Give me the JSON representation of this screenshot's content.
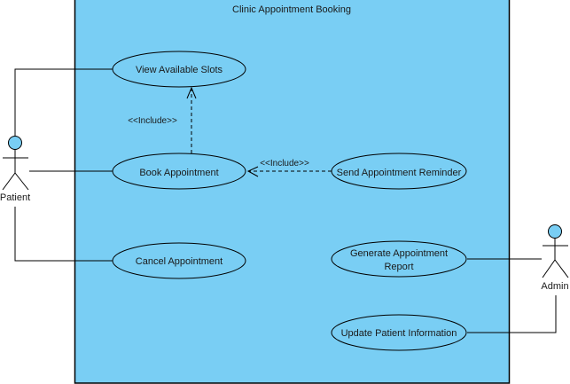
{
  "system": {
    "title": "Clinic Appointment Booking",
    "fill": "#79cef4"
  },
  "actors": {
    "patient": {
      "label": "Patient"
    },
    "admin": {
      "label": "Admin"
    }
  },
  "use_cases": {
    "view_slots": {
      "label": "View Available Slots"
    },
    "book": {
      "label": "Book Appointment"
    },
    "cancel": {
      "label": "Cancel Appointment"
    },
    "reminder": {
      "label": "Send Appointment Reminder"
    },
    "report": {
      "line1": "Generate Appointment",
      "line2": "Report"
    },
    "update_patient": {
      "label": "Update Patient Information"
    }
  },
  "relationships": {
    "include_1": {
      "label": "<<Include>>",
      "from": "Book Appointment",
      "to": "View Available Slots"
    },
    "include_2": {
      "label": "<<Include>>",
      "from": "Send Appointment Reminder",
      "to": "Book Appointment"
    }
  }
}
